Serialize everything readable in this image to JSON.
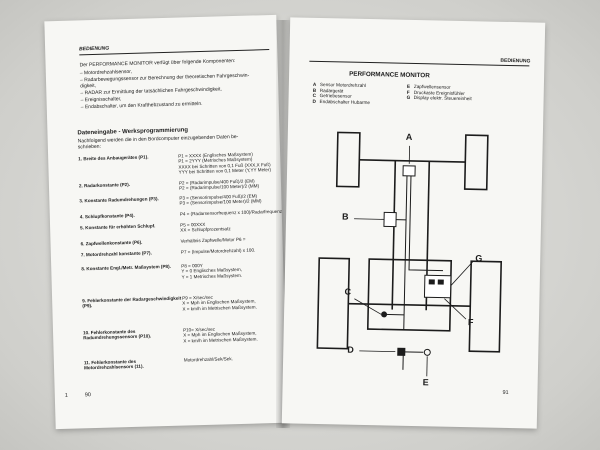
{
  "left_page": {
    "header": "BEDIENUNG",
    "intro": "Der PERFORMANCE MONITOR verfügt über folgende Komponenten:",
    "components": [
      "– Motordrehzahlsensor,",
      "– Radarbewegungssensor zur Berechnung der theoretischen Fahrgeschwin-",
      "  digkeit,",
      "– RADAR zur Ermittlung der tatsächlichen Fahrgeschwindigkeit,",
      "– Ereignisschalter,",
      "– Endabschalter, um den Krafthebzustand zu ermitteln."
    ],
    "section_title": "Dateneingabe - Werksprogrammierung",
    "section_intro": [
      "Nachfolgend werden die in den Bordcomputer einzugebenden Daten be-",
      "schrieben:"
    ],
    "items": [
      {
        "label": "1.    Breite des Anbaugerätes (P1).",
        "values": [
          "P1 = XXXX (Englisches Maßsystem)",
          "P1 = 2YYY (Metrisches Maßsystem)",
          "XXXX bei Schritten von 0,1 Fuß (XXX,X Fuß)",
          "YYY bei Schritten von 0,1 Meter (Y,YY Meter)"
        ]
      },
      {
        "label": "2.    Radarkonstante (P2).",
        "values": [
          "P2 = (Radarimpulse/400 Fuß)/2 (EM)",
          "P2 = (Radarimpulse/100 Meter)/2 (MM)"
        ]
      },
      {
        "label": "3.    Konstante Radumdrehungen (P3).",
        "values": [
          "P3 = (Sensorimpulse/400 Fuß)/2 (EM)",
          "P3 = (Sensorimpulse/100 Meter)/2 (MM)"
        ]
      },
      {
        "label": "4.    Schlupfkonstante (P4).",
        "values": [
          "P4 = (Radarsensorfrequenz x 100)/Radarfrequenz"
        ]
      },
      {
        "label": "5.    Konstante für erhöhten Schlupf.",
        "values": [
          "P5 = 00XXX",
          "XX = Schlupfprozentsatz"
        ]
      },
      {
        "label": "6.    Zapfwellenkonstante (P6).",
        "values": [
          "Verhältnis Zapfwelle/Motor P6 ="
        ]
      },
      {
        "label": "7.    Motordrehzahl konstante (P7).",
        "values": [
          "P7 = (Impulse/Motordrehzahl) x 100."
        ]
      },
      {
        "label": "8.    Konstante Engl./Metr. Maßsystem (P8).",
        "values": [
          "P8 = 000Y",
          "Y = 0 Englisches Maßsystem,",
          "Y = 1 Metrisches Maßsystem."
        ]
      },
      {
        "label": "9.    Fehlerkonstante der Radargeschwindigkeit (P9).",
        "values": [
          "P9 = X/sec/sec",
          "X = Mph im Englischen Maßsystem,",
          "X = km/h im Metrischen Maßsystem."
        ]
      },
      {
        "label": "10.  Fehlerkonstante des Radumdrehungssensors (P10).",
        "values": [
          "P10= X/sec/sec",
          "X = Mph im Englischen Maßsystem,",
          "X = km/h im Metrischen Maßsystem."
        ]
      },
      {
        "label": "11.  Fehlerkonstante des Motordrehzahlsensors (11).",
        "values": [
          "Motordrehzahl/Sek/Sek."
        ]
      }
    ],
    "page_number": "90",
    "margin_number": "1"
  },
  "right_page": {
    "header": "BEDIENUNG",
    "title": "PERFORMANCE MONITOR",
    "legend_left": [
      {
        "key": "A",
        "text": "Sensor Motordrehzahl"
      },
      {
        "key": "B",
        "text": "Radargerät"
      },
      {
        "key": "C",
        "text": "Getriebesensor"
      },
      {
        "key": "D",
        "text": "Endabschalter Hubarme"
      }
    ],
    "legend_right": [
      {
        "key": "E",
        "text": "Zapfwellensensor"
      },
      {
        "key": "F",
        "text": "Druckaste Ereignisfühler"
      },
      {
        "key": "G",
        "text": "Display elektr. Steuereinheit"
      }
    ],
    "diagram_labels": [
      "A",
      "B",
      "C",
      "D",
      "E",
      "F",
      "G"
    ],
    "page_number": "91"
  }
}
